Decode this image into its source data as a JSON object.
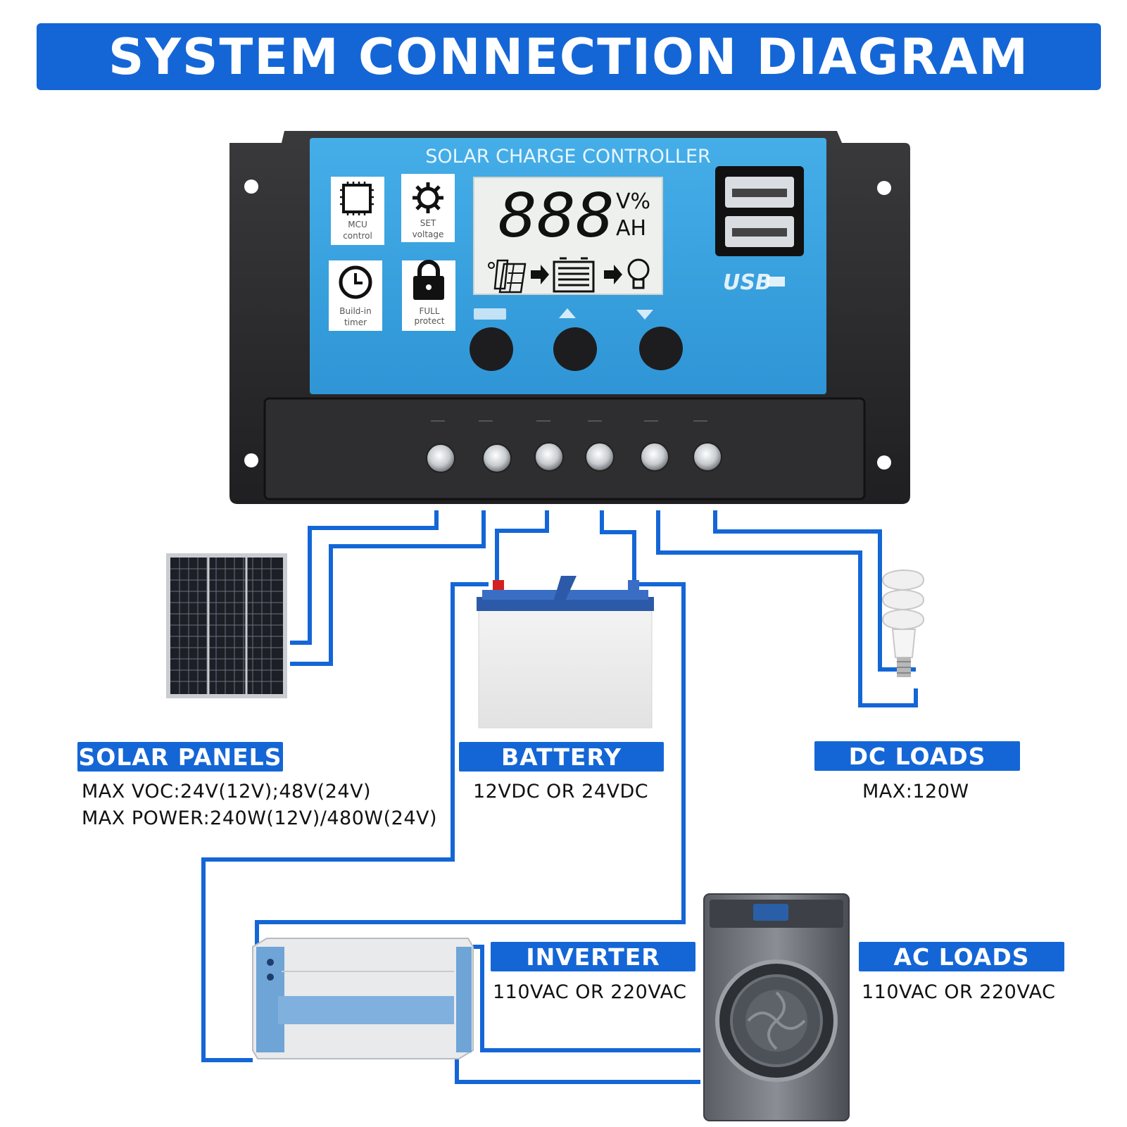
{
  "banner": {
    "title": "SYSTEM CONNECTION DIAGRAM"
  },
  "controller": {
    "face_title": "SOLAR CHARGE CONTROLLER",
    "lcd_digits": "888",
    "lcd_unit_top": "V%",
    "lcd_unit_bottom": "AH",
    "features": [
      {
        "icon": "chip-icon",
        "line1": "MCU",
        "line2": "control"
      },
      {
        "icon": "gear-icon",
        "line1": "SET",
        "line2": "voltage"
      },
      {
        "icon": "clock-icon",
        "line1": "Build-in",
        "line2": "timer"
      },
      {
        "icon": "lock-icon",
        "line1": "FULL",
        "line2": "protect"
      }
    ],
    "usb_label": "USB",
    "buttons": [
      "menu-button",
      "up-button",
      "down-button"
    ]
  },
  "solar": {
    "label": "SOLAR PANELS",
    "spec1": "MAX VOC:24V(12V);48V(24V)",
    "spec2": "MAX POWER:240W(12V)/480W(24V)"
  },
  "battery": {
    "label": "BATTERY",
    "spec": "12VDC OR 24VDC"
  },
  "dcloads": {
    "label": "DC LOADS",
    "spec": "MAX:120W"
  },
  "inverter": {
    "label": "INVERTER",
    "spec": "110VAC OR 220VAC"
  },
  "acloads": {
    "label": "AC LOADS",
    "spec": "110VAC OR 220VAC"
  },
  "colors": {
    "accent": "#1466d6",
    "controller_face": "#3fa9e6",
    "controller_body": "#2b2b2d"
  }
}
